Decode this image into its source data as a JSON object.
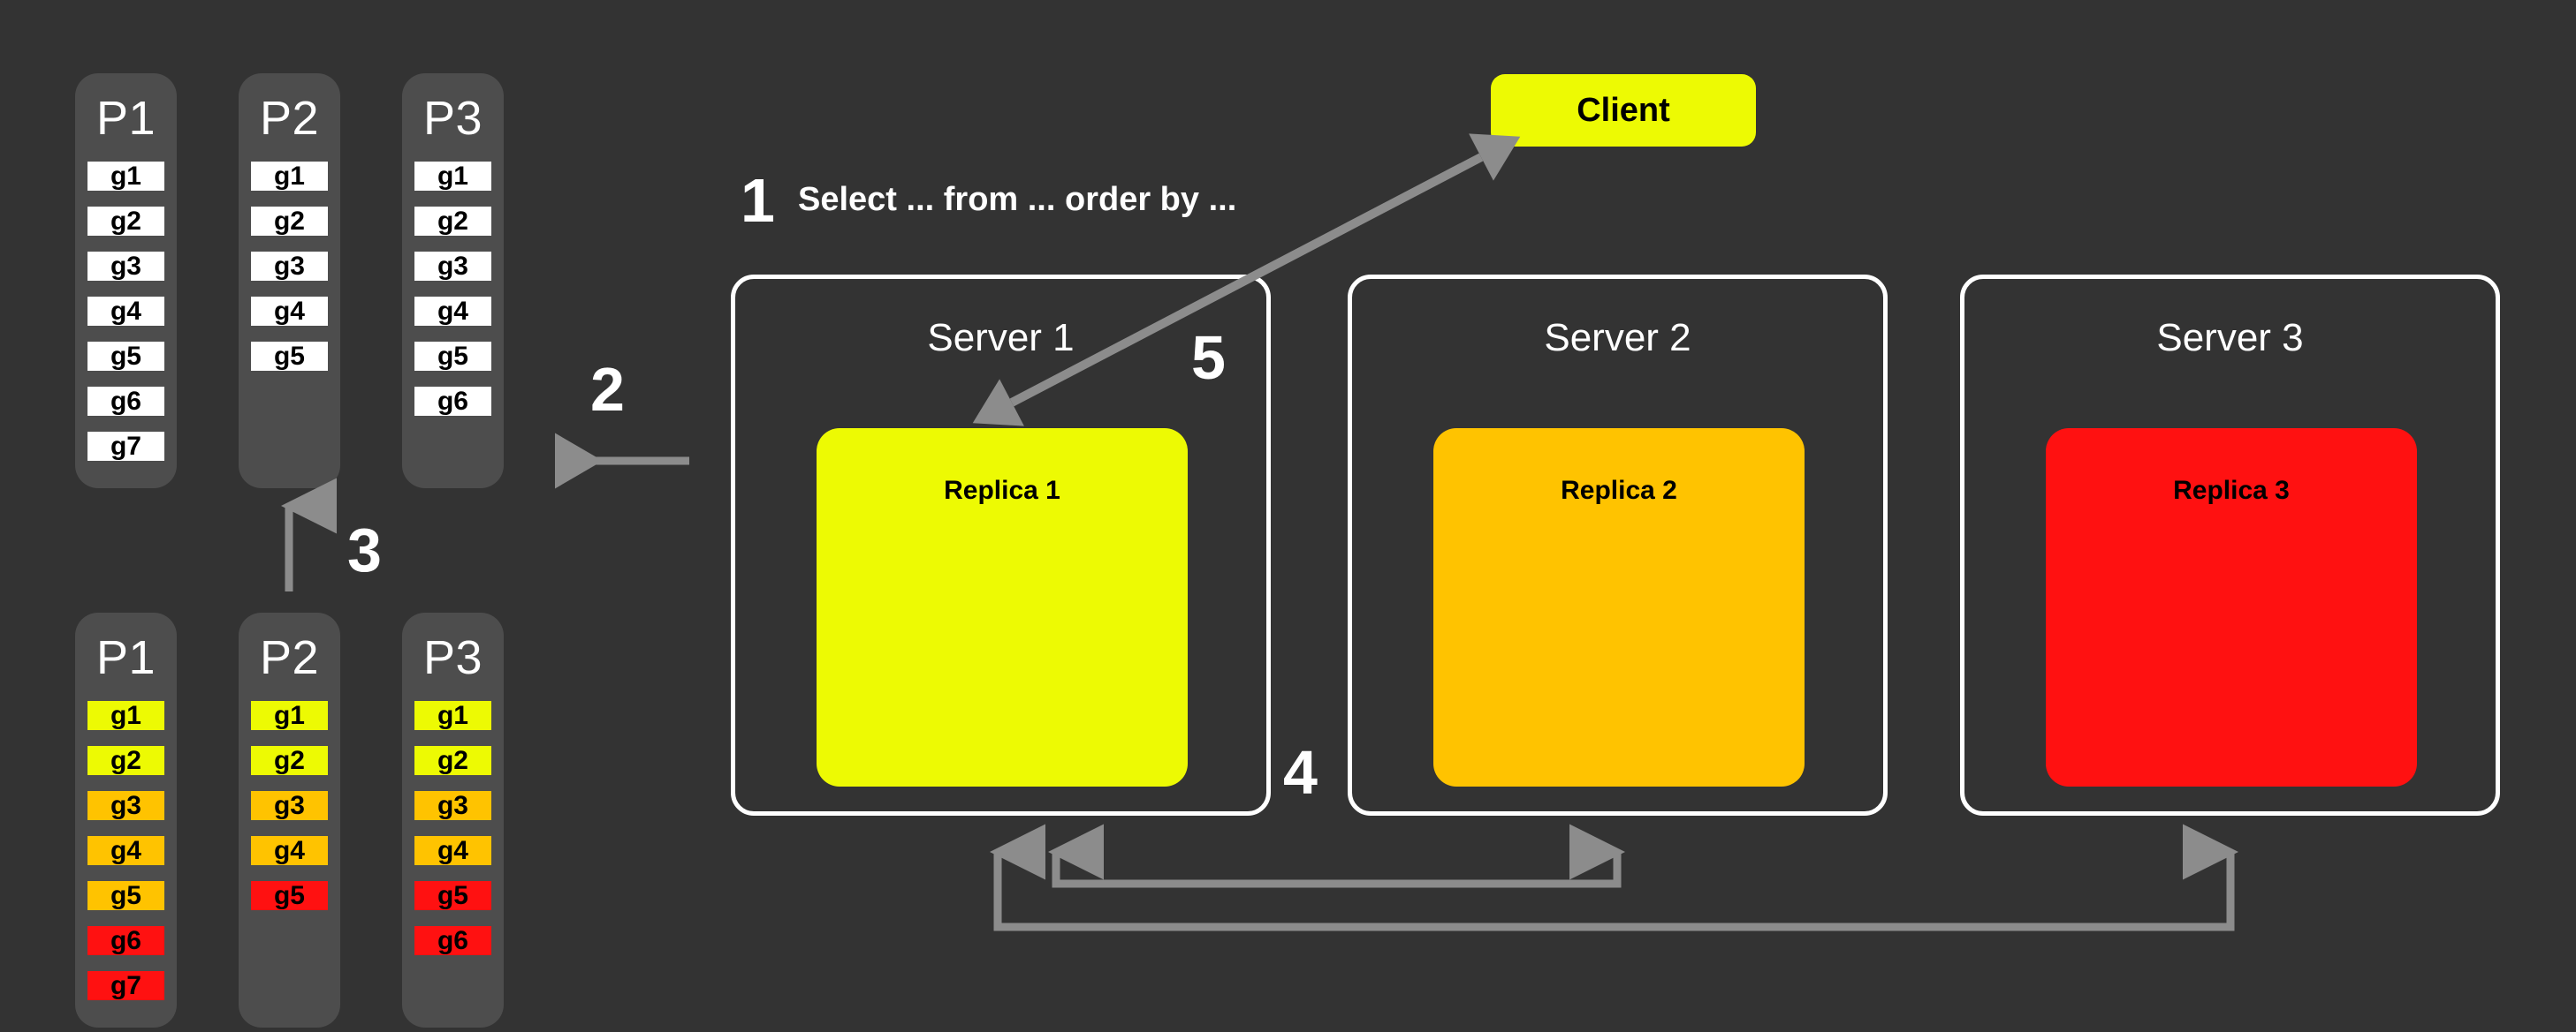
{
  "colors": {
    "background": "#333333",
    "column": "#4D4D4D",
    "white": "#FFFFFF",
    "yellow": "#EDFA03",
    "orange": "#FFC300",
    "red": "#FF1111",
    "arrow": "#8C8C8C",
    "client": "#EDFA03",
    "text_dark": "#000000"
  },
  "steps": {
    "one": "1",
    "two": "2",
    "three": "3",
    "four": "4",
    "five": "5"
  },
  "query": {
    "text": "Select ... from ... order by ..."
  },
  "client": {
    "label": "Client"
  },
  "partitions_top": [
    {
      "title": "P1",
      "cells": [
        {
          "label": "g1",
          "color": "#FFFFFF"
        },
        {
          "label": "g2",
          "color": "#FFFFFF"
        },
        {
          "label": "g3",
          "color": "#FFFFFF"
        },
        {
          "label": "g4",
          "color": "#FFFFFF"
        },
        {
          "label": "g5",
          "color": "#FFFFFF"
        },
        {
          "label": "g6",
          "color": "#FFFFFF"
        },
        {
          "label": "g7",
          "color": "#FFFFFF"
        }
      ]
    },
    {
      "title": "P2",
      "cells": [
        {
          "label": "g1",
          "color": "#FFFFFF"
        },
        {
          "label": "g2",
          "color": "#FFFFFF"
        },
        {
          "label": "g3",
          "color": "#FFFFFF"
        },
        {
          "label": "g4",
          "color": "#FFFFFF"
        },
        {
          "label": "g5",
          "color": "#FFFFFF"
        }
      ]
    },
    {
      "title": "P3",
      "cells": [
        {
          "label": "g1",
          "color": "#FFFFFF"
        },
        {
          "label": "g2",
          "color": "#FFFFFF"
        },
        {
          "label": "g3",
          "color": "#FFFFFF"
        },
        {
          "label": "g4",
          "color": "#FFFFFF"
        },
        {
          "label": "g5",
          "color": "#FFFFFF"
        },
        {
          "label": "g6",
          "color": "#FFFFFF"
        }
      ]
    }
  ],
  "partitions_bottom": [
    {
      "title": "P1",
      "cells": [
        {
          "label": "g1",
          "color": "#EDFA03"
        },
        {
          "label": "g2",
          "color": "#EDFA03"
        },
        {
          "label": "g3",
          "color": "#FFC300"
        },
        {
          "label": "g4",
          "color": "#FFC300"
        },
        {
          "label": "g5",
          "color": "#FFC300"
        },
        {
          "label": "g6",
          "color": "#FF1111"
        },
        {
          "label": "g7",
          "color": "#FF1111"
        }
      ]
    },
    {
      "title": "P2",
      "cells": [
        {
          "label": "g1",
          "color": "#EDFA03"
        },
        {
          "label": "g2",
          "color": "#EDFA03"
        },
        {
          "label": "g3",
          "color": "#FFC300"
        },
        {
          "label": "g4",
          "color": "#FFC300"
        },
        {
          "label": "g5",
          "color": "#FF1111"
        }
      ]
    },
    {
      "title": "P3",
      "cells": [
        {
          "label": "g1",
          "color": "#EDFA03"
        },
        {
          "label": "g2",
          "color": "#EDFA03"
        },
        {
          "label": "g3",
          "color": "#FFC300"
        },
        {
          "label": "g4",
          "color": "#FFC300"
        },
        {
          "label": "g5",
          "color": "#FF1111"
        },
        {
          "label": "g6",
          "color": "#FF1111"
        }
      ]
    }
  ],
  "servers": [
    {
      "title": "Server 1",
      "replica": "Replica 1",
      "replica_color": "#EDFA03"
    },
    {
      "title": "Server 2",
      "replica": "Replica 2",
      "replica_color": "#FFC300"
    },
    {
      "title": "Server 3",
      "replica": "Replica 3",
      "replica_color": "#FF1111"
    }
  ]
}
